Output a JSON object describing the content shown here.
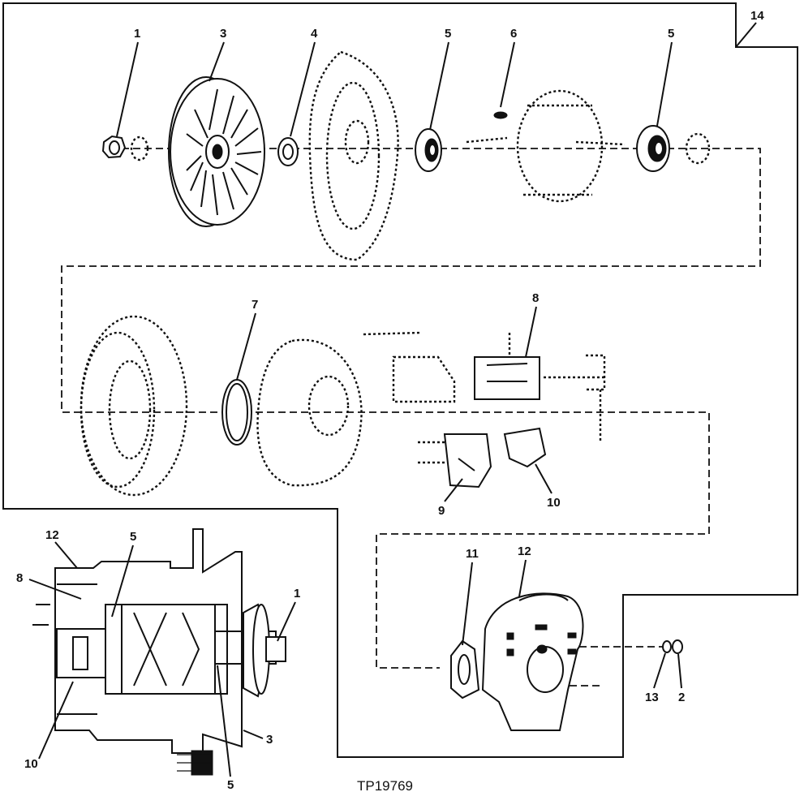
{
  "figure_id": "TP19769",
  "callouts": {
    "c1a": "1",
    "c3a": "3",
    "c4": "4",
    "c5a": "5",
    "c6": "6",
    "c5b": "5",
    "c14": "14",
    "c7": "7",
    "c8a": "8",
    "c9": "9",
    "c10a": "10",
    "c11": "11",
    "c12a": "12",
    "c13": "13",
    "c2": "2",
    "c12b": "12",
    "c5c": "5",
    "c8b": "8",
    "c1b": "1",
    "c3b": "3",
    "c10b": "10",
    "c5d": "5"
  }
}
